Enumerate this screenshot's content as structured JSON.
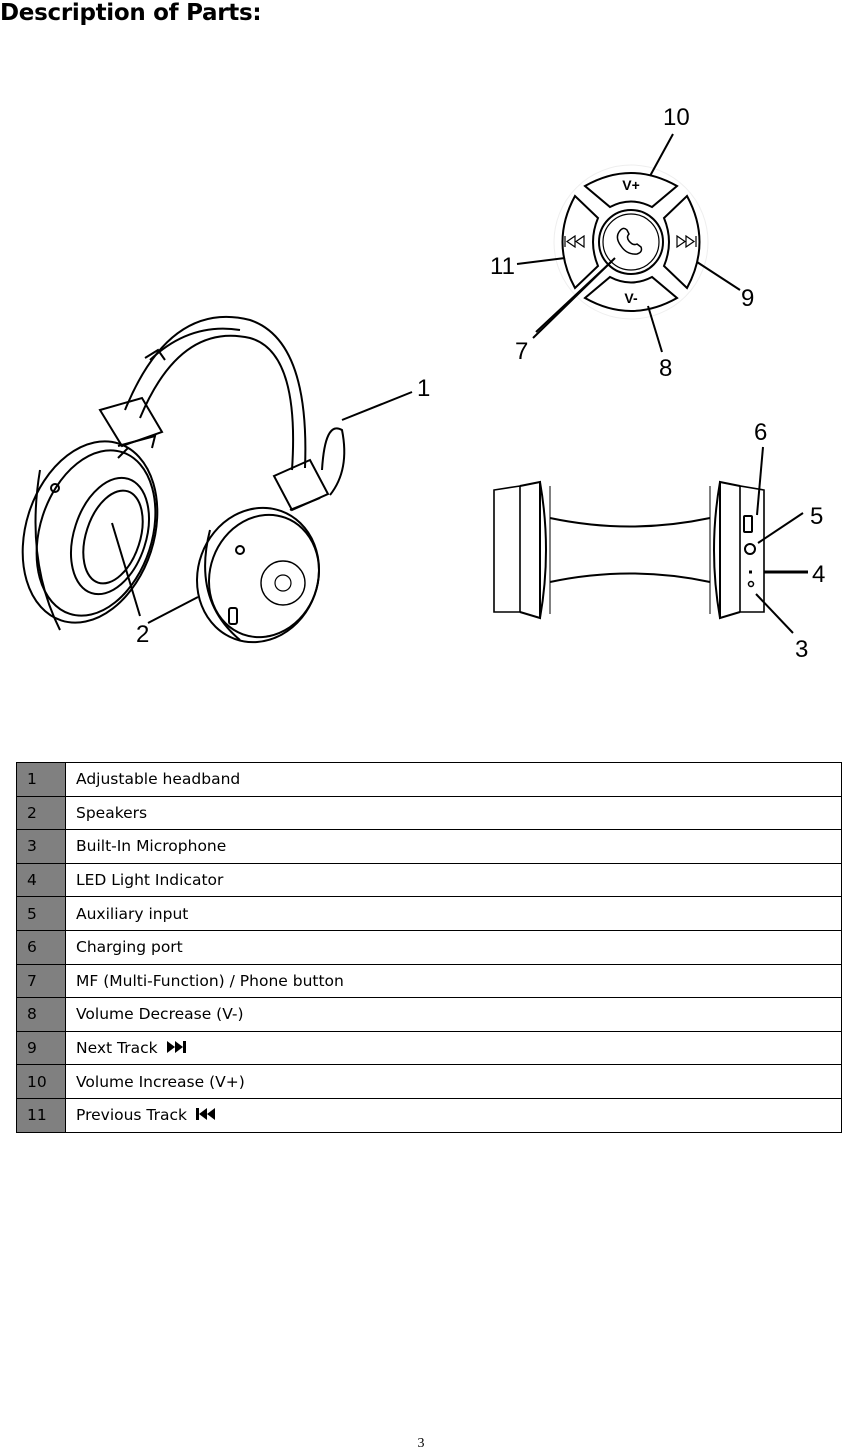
{
  "title": "Description of Parts:",
  "callouts": {
    "c1": "1",
    "c2": "2",
    "c3": "3",
    "c4": "4",
    "c5": "5",
    "c6": "6",
    "c7": "7",
    "c8": "8",
    "c9": "9",
    "c10": "10",
    "c11": "11"
  },
  "buttons": {
    "vol_up": "V+",
    "vol_down": "V-"
  },
  "parts": [
    {
      "num": "1",
      "name": "Adjustable headband",
      "icon": ""
    },
    {
      "num": "2",
      "name": "Speakers",
      "icon": ""
    },
    {
      "num": "3",
      "name": "Built-In Microphone",
      "icon": ""
    },
    {
      "num": "4",
      "name": "LED Light Indicator",
      "icon": ""
    },
    {
      "num": "5",
      "name": "Auxiliary input",
      "icon": ""
    },
    {
      "num": "6",
      "name": "Charging port",
      "icon": ""
    },
    {
      "num": "7",
      "name": "MF (Multi-Function) / Phone button",
      "icon": ""
    },
    {
      "num": "8",
      "name": "Volume Decrease (V-)",
      "icon": ""
    },
    {
      "num": "9",
      "name": "Next Track",
      "icon": "next-track-icon"
    },
    {
      "num": "10",
      "name": "Volume Increase (V+)",
      "icon": ""
    },
    {
      "num": "11",
      "name": "Previous Track",
      "icon": "previous-track-icon"
    }
  ],
  "page_number": "3"
}
